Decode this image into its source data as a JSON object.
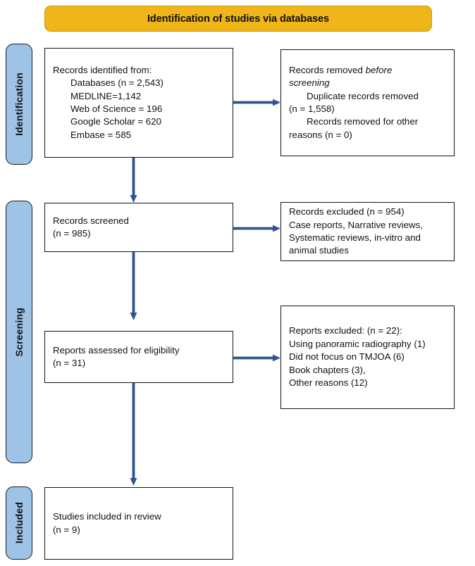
{
  "diagram": {
    "title": "Identification of studies via databases",
    "accent_banner_color": "#EFB519",
    "stage_tab_color": "#9DC3E6",
    "arrow_color": "#2E5395",
    "box_border_color": "#141414",
    "background_color": "#FFFFFF"
  },
  "stages": [
    {
      "id": "identification",
      "label": "Identification"
    },
    {
      "id": "screening",
      "label": "Screening"
    },
    {
      "id": "included",
      "label": "Included"
    }
  ],
  "boxes": {
    "records_identified": {
      "lines": [
        {
          "text": "Records identified from:",
          "indent": false,
          "italic": false
        },
        {
          "text": "Databases (n = 2,543)",
          "indent": true,
          "italic": false
        },
        {
          "text": "MEDLINE=1,142",
          "indent": true,
          "italic": false
        },
        {
          "text": "Web of Science = 196",
          "indent": true,
          "italic": false
        },
        {
          "text": "Google Scholar = 620",
          "indent": true,
          "italic": false
        },
        {
          "text": "Embase = 585",
          "indent": true,
          "italic": false
        }
      ]
    },
    "records_removed": {
      "lines": [
        {
          "text": "Records removed ",
          "indent": false,
          "italic": false,
          "trail_italic": "before"
        },
        {
          "text": "screening",
          "indent": false,
          "italic": true
        },
        {
          "text": "Duplicate records removed",
          "indent": true,
          "italic": false
        },
        {
          "text": "(n = 1,558)",
          "indent": false,
          "italic": false
        },
        {
          "text": "Records removed for other",
          "indent": true,
          "italic": false
        },
        {
          "text": "reasons (n = 0)",
          "indent": false,
          "italic": false
        }
      ]
    },
    "records_screened": {
      "lines": [
        {
          "text": "Records screened",
          "indent": false,
          "italic": false
        },
        {
          "text": "(n = 985)",
          "indent": false,
          "italic": false
        }
      ]
    },
    "records_excluded": {
      "lines": [
        {
          "text": "Records excluded (n = 954)",
          "indent": false,
          "italic": false
        },
        {
          "text": "Case reports, Narrative reviews,",
          "indent": false,
          "italic": false
        },
        {
          "text": "Systematic reviews, in-vitro and",
          "indent": false,
          "italic": false
        },
        {
          "text": "animal studies",
          "indent": false,
          "italic": false
        }
      ]
    },
    "reports_assessed": {
      "lines": [
        {
          "text": "Reports assessed for eligibility",
          "indent": false,
          "italic": false
        },
        {
          "text": "(n = 31)",
          "indent": false,
          "italic": false
        }
      ]
    },
    "reports_excluded": {
      "lines": [
        {
          "text": "Reports excluded: (n = 22):",
          "indent": false,
          "italic": false
        },
        {
          "text": "Using panoramic radiography (1)",
          "indent": false,
          "italic": false
        },
        {
          "text": "Did not focus on TMJOA (6)",
          "indent": false,
          "italic": false
        },
        {
          "text": "Book chapters (3),",
          "indent": false,
          "italic": false
        },
        {
          "text": "Other reasons (12)",
          "indent": false,
          "italic": false
        }
      ]
    },
    "studies_included": {
      "lines": [
        {
          "text": "Studies included in review",
          "indent": false,
          "italic": false
        },
        {
          "text": "(n = 9)",
          "indent": false,
          "italic": false
        }
      ]
    }
  },
  "chart_data": {
    "type": "diagram",
    "title": "Identification of studies via databases",
    "flow": "PRISMA study selection flow diagram",
    "nodes": [
      {
        "stage": "Identification",
        "label": "Records identified from: Databases (n = 2,543); MEDLINE=1,142; Web of Science = 196; Google Scholar = 620; Embase = 585",
        "n": 2543
      },
      {
        "stage": "Identification",
        "label": "Records removed before screening: Duplicate records removed (n = 1,558); Records removed for other reasons (n = 0)",
        "n": 1558
      },
      {
        "stage": "Screening",
        "label": "Records screened (n = 985)",
        "n": 985
      },
      {
        "stage": "Screening",
        "label": "Records excluded (n = 954): Case reports, Narrative reviews, Systematic reviews, in-vitro and animal studies",
        "n": 954
      },
      {
        "stage": "Screening",
        "label": "Reports assessed for eligibility (n = 31)",
        "n": 31
      },
      {
        "stage": "Screening",
        "label": "Reports excluded: (n = 22): Using panoramic radiography (1); Did not focus on TMJOA (6); Book chapters (3); Other reasons (12)",
        "n": 22
      },
      {
        "stage": "Included",
        "label": "Studies included in review (n = 9)",
        "n": 9
      }
    ]
  }
}
